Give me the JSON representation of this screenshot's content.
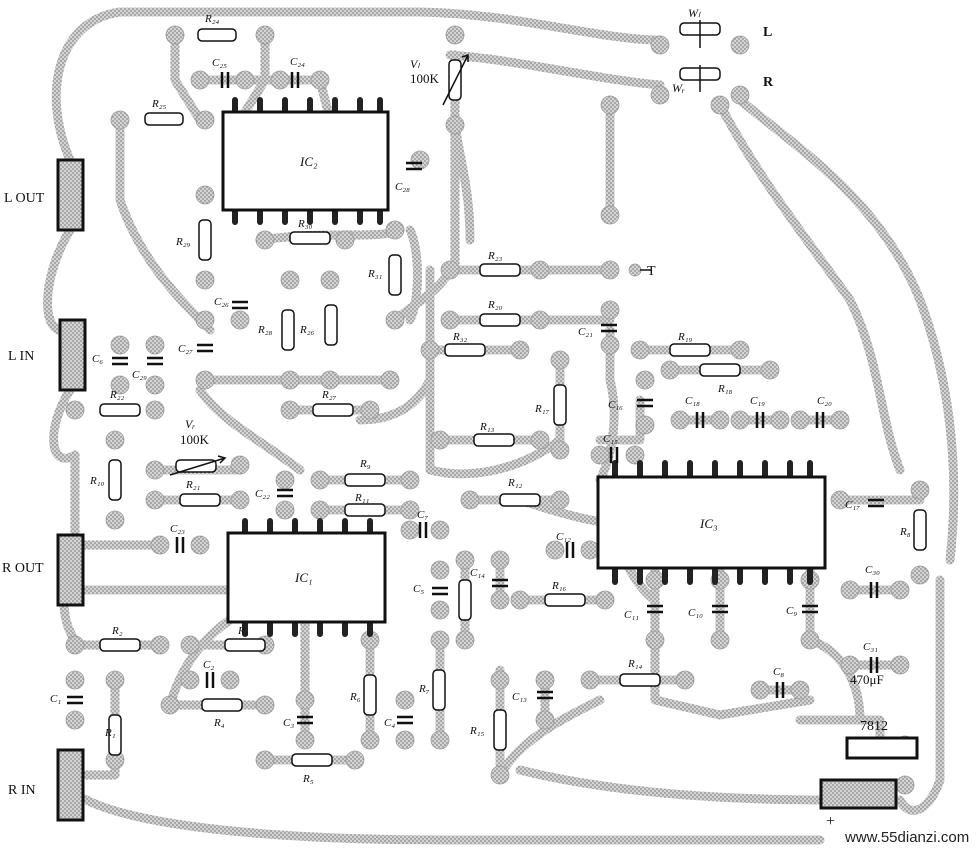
{
  "components": {
    "ic": [
      "IC₂",
      "IC₁",
      "IC₃"
    ],
    "resistors": [
      "R₁",
      "R₂",
      "R₃",
      "R₄",
      "R₅",
      "R₆",
      "R₇",
      "R₉",
      "R₁₀",
      "R₁₁",
      "R₁₂",
      "R₁₃",
      "R₁₄",
      "R₁₅",
      "R₁₆",
      "R₁₇",
      "R₁₈",
      "R₁₉",
      "R₂₀",
      "R₂₁",
      "R₂₂",
      "R₂₃",
      "R₂₄",
      "R₂₅",
      "R₂₆",
      "R₂₇",
      "R₂₈",
      "R₂₉",
      "R₃₀",
      "R₃₁",
      "R₃₂",
      "R₈"
    ],
    "capacitors": [
      "C₁",
      "C₂",
      "C₃",
      "C₄",
      "C₅",
      "C₆",
      "C₇",
      "C₈",
      "C₉",
      "C₁₀",
      "C₁₁",
      "C₁₂",
      "C₁₃",
      "C₁₄",
      "C₁₅",
      "C₁₆",
      "C₁₇",
      "C₁₈",
      "C₁₉",
      "C₂₀",
      "C₂₁",
      "C₂₂",
      "C₂₃",
      "C₂₄",
      "C₂₅",
      "C₂₆",
      "C₂₇",
      "C₂₈",
      "C₂₉",
      "C₃₀",
      "C₃₁"
    ],
    "potentiometers": [
      "Vₗ",
      "Vᵣ",
      "Wₗ",
      "Wᵣ"
    ],
    "regulator": "7812",
    "cap_value": "470μF",
    "pot_value": "100K"
  },
  "labels": {
    "l_out": "L  OUT",
    "l_in": "L   IN",
    "r_out": "R  OUT",
    "r_in": "R   IN",
    "l": "L",
    "r": "R",
    "t": "T",
    "plus": "+",
    "watermark": "www.55dianzi.com"
  }
}
